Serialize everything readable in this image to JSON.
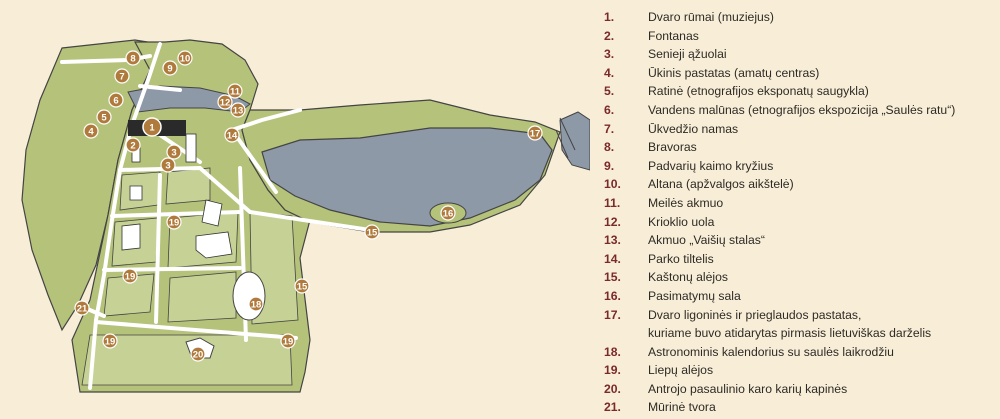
{
  "colors": {
    "background": "#f8eed8",
    "park_green": "#b5c27a",
    "lawn_light": "#c6d195",
    "water": "#8e99a8",
    "paths": "#ffffff",
    "building": "#2a2a2a",
    "marker": "#b07a3c",
    "number_accent": "#7a2a2a"
  },
  "map": {
    "markers": [
      {
        "id": "m1",
        "label": "1"
      },
      {
        "id": "m2",
        "label": "2"
      },
      {
        "id": "m3a",
        "label": "3"
      },
      {
        "id": "m3b",
        "label": "3"
      },
      {
        "id": "m4",
        "label": "4"
      },
      {
        "id": "m5",
        "label": "5"
      },
      {
        "id": "m6",
        "label": "6"
      },
      {
        "id": "m7",
        "label": "7"
      },
      {
        "id": "m8",
        "label": "8"
      },
      {
        "id": "m9",
        "label": "9"
      },
      {
        "id": "m10",
        "label": "10"
      },
      {
        "id": "m11",
        "label": "11"
      },
      {
        "id": "m12",
        "label": "12"
      },
      {
        "id": "m13",
        "label": "13"
      },
      {
        "id": "m14",
        "label": "14"
      },
      {
        "id": "m15a",
        "label": "15"
      },
      {
        "id": "m15b",
        "label": "15"
      },
      {
        "id": "m16",
        "label": "16"
      },
      {
        "id": "m17",
        "label": "17"
      },
      {
        "id": "m18",
        "label": "18"
      },
      {
        "id": "m19a",
        "label": "19"
      },
      {
        "id": "m19b",
        "label": "19"
      },
      {
        "id": "m19c",
        "label": "19"
      },
      {
        "id": "m19d",
        "label": "19"
      },
      {
        "id": "m20",
        "label": "20"
      },
      {
        "id": "m21",
        "label": "21"
      }
    ]
  },
  "legend": {
    "items": [
      {
        "num": "1.",
        "text": "Dvaro rūmai (muziejus)"
      },
      {
        "num": "2.",
        "text": "Fontanas"
      },
      {
        "num": "3.",
        "text": "Senieji ąžuolai"
      },
      {
        "num": "4.",
        "text": "Ūkinis pastatas (amatų centras)"
      },
      {
        "num": "5.",
        "text": "Ratinė (etnografijos eksponatų saugykla)"
      },
      {
        "num": "6.",
        "text": "Vandens malūnas (etnografijos ekspozicija „Saulės ratu“)"
      },
      {
        "num": "7.",
        "text": "Ūkvedžio namas"
      },
      {
        "num": "8.",
        "text": "Bravoras"
      },
      {
        "num": "9.",
        "text": "Padvarių kaimo kryžius"
      },
      {
        "num": "10.",
        "text": "Altana (apžvalgos aikštelė)"
      },
      {
        "num": "11.",
        "text": "Meilės akmuo"
      },
      {
        "num": "12.",
        "text": "Krioklio uola"
      },
      {
        "num": "13.",
        "text": "Akmuo „Vaišių stalas“"
      },
      {
        "num": "14.",
        "text": "Parko tiltelis"
      },
      {
        "num": "15.",
        "text": "Kaštonų alėjos"
      },
      {
        "num": "16.",
        "text": "Pasimatymų sala"
      },
      {
        "num": "17.",
        "text": "Dvaro ligoninės ir prieglaudos pastatas,\nkuriame buvo atidarytas pirmasis lietuviškas darželis"
      },
      {
        "num": "18.",
        "text": "Astronominis kalendorius su saulės laikrodžiu"
      },
      {
        "num": "19.",
        "text": "Liepų alėjos"
      },
      {
        "num": "20.",
        "text": "Antrojo pasaulinio karo karių kapinės"
      },
      {
        "num": "21.",
        "text": "Mūrinė tvora"
      }
    ]
  }
}
